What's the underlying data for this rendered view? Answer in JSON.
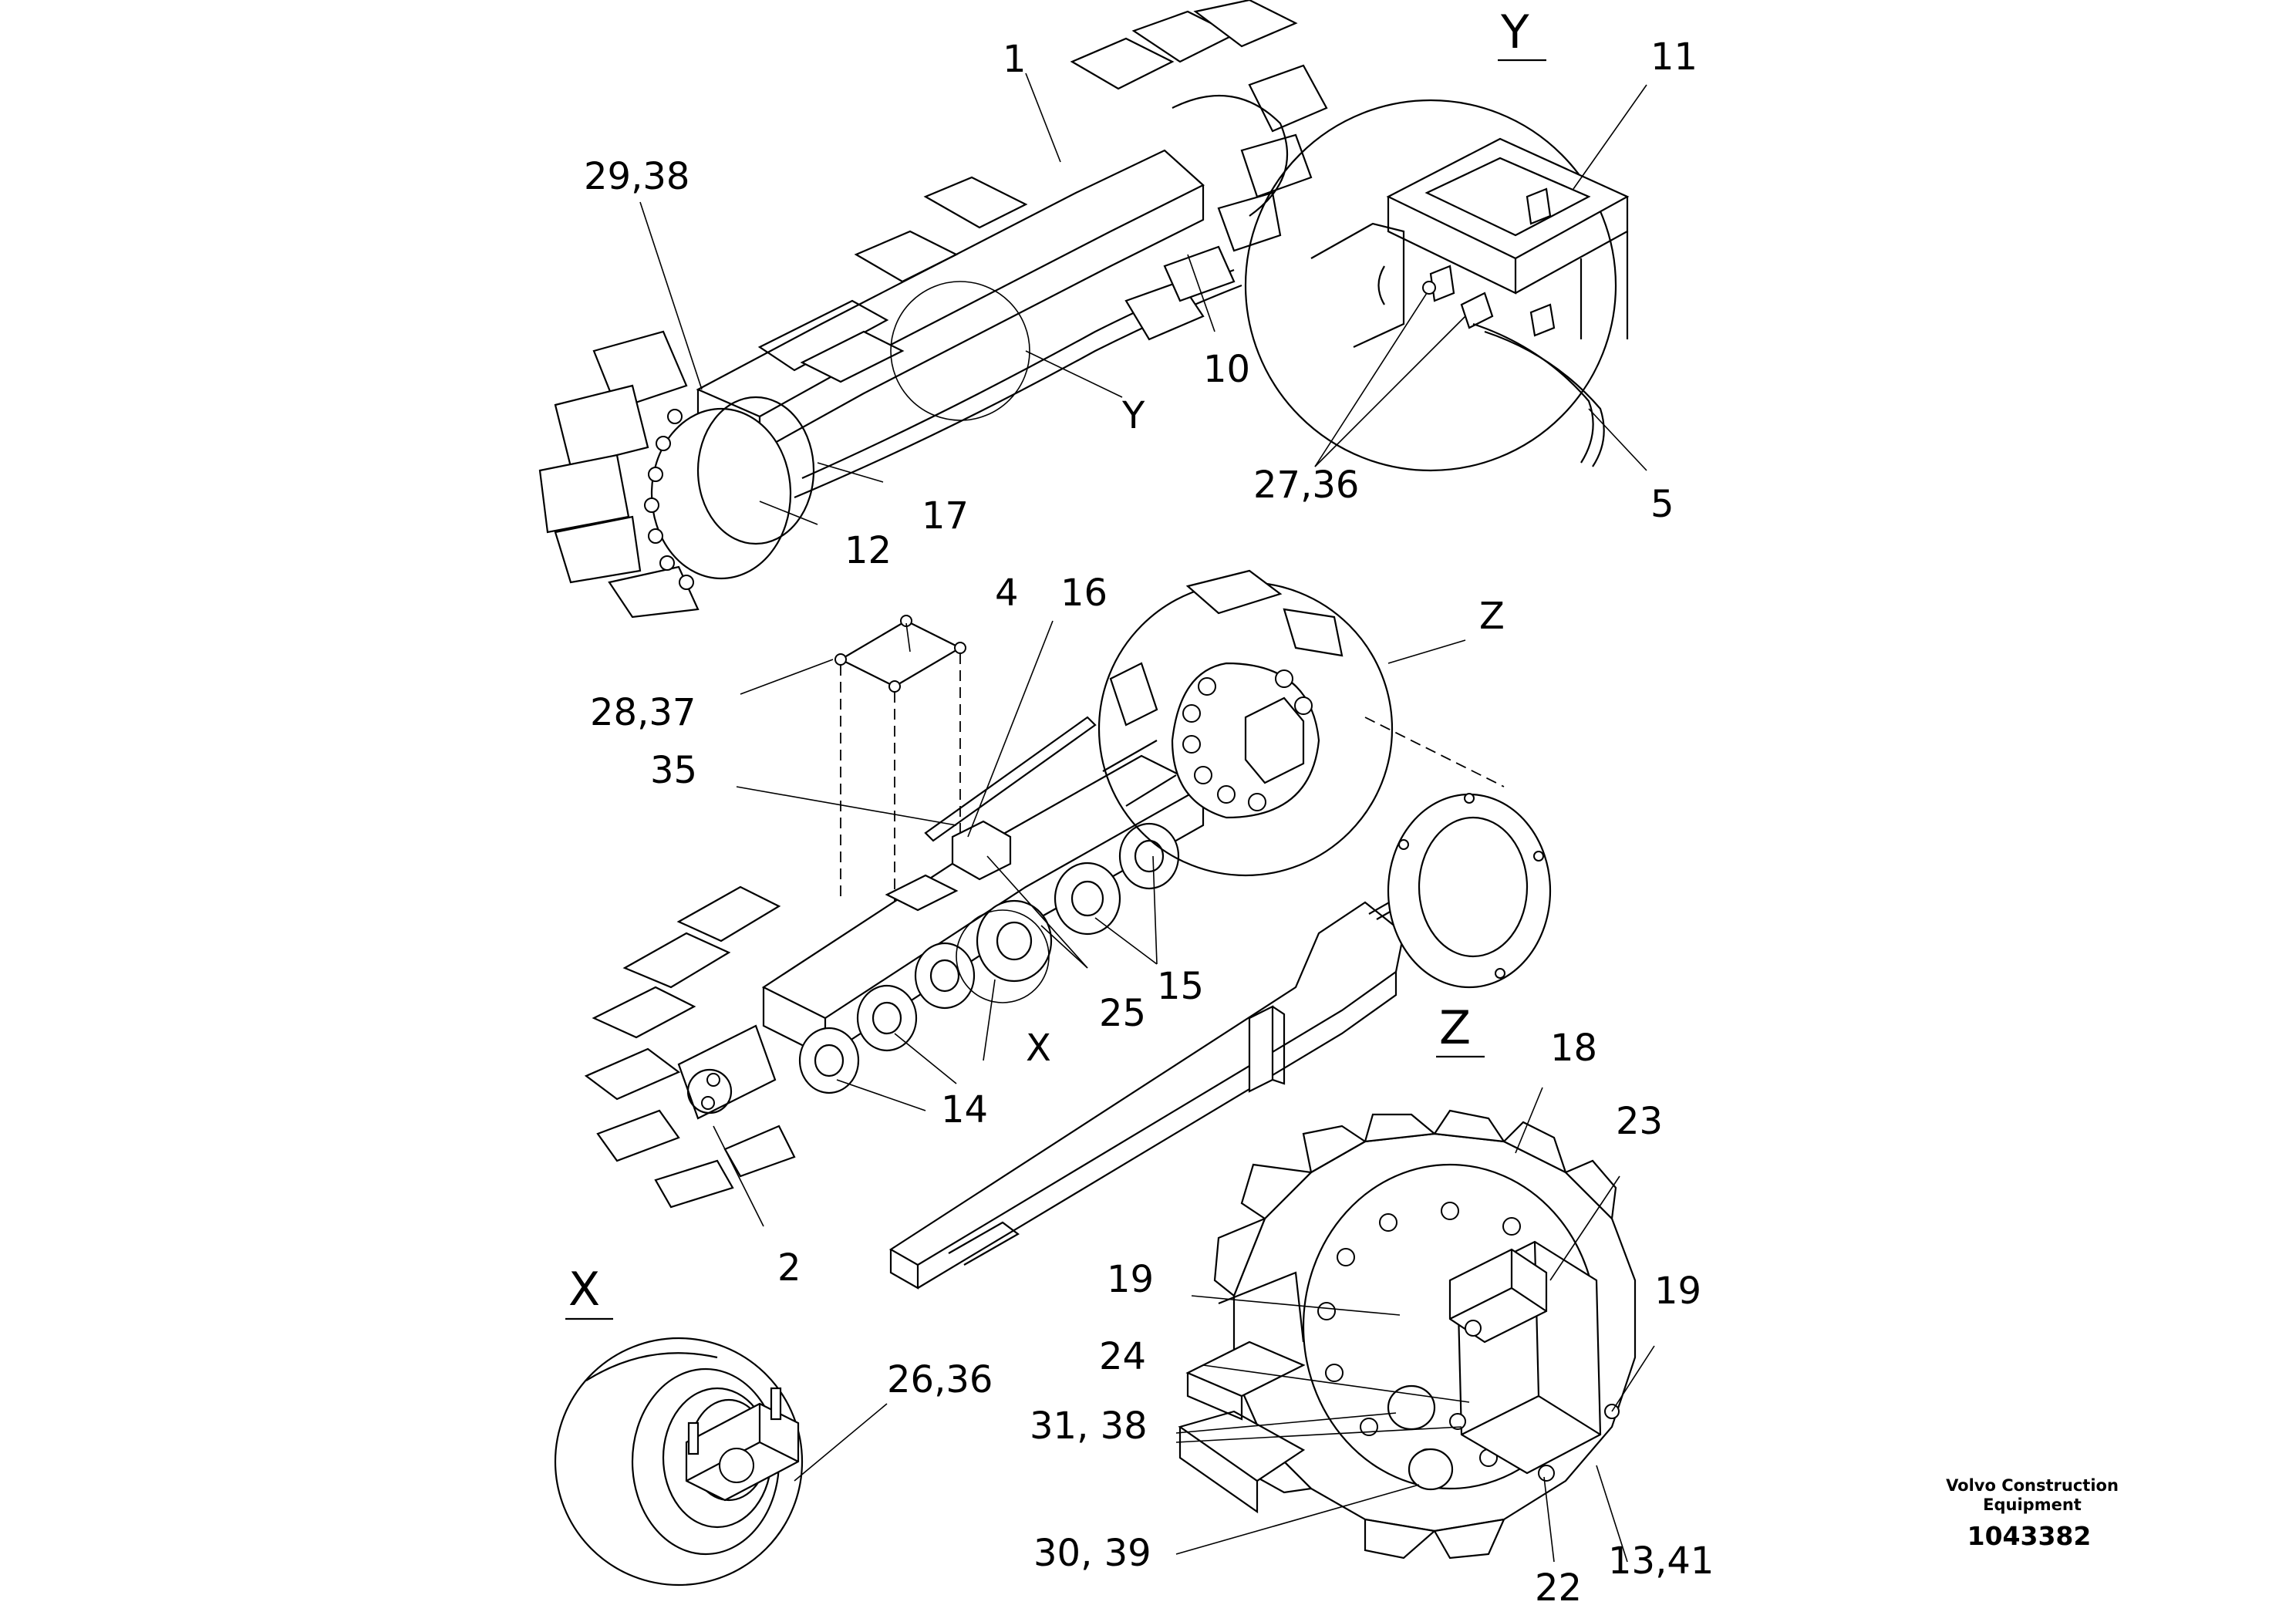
{
  "callouts": {
    "c1": "1",
    "c29_38": "29,38",
    "c10": "10",
    "cY_leader": "Y",
    "c17": "17",
    "c12": "12",
    "c11": "11",
    "c27_36": "27,36",
    "c5": "5",
    "c4": "4",
    "c16": "16",
    "c28_37": "28,37",
    "c35": "35",
    "cZ_leader": "Z",
    "c15": "15",
    "c25": "25",
    "cX_leader": "X",
    "c14": "14",
    "c2": "2",
    "c18": "18",
    "c23": "23",
    "c19a": "19",
    "c19b": "19",
    "c24": "24",
    "c31_38": "31, 38",
    "c30_39": "30, 39",
    "c22": "22",
    "c13_41": "13,41",
    "c26_36": "26,36"
  },
  "details": {
    "Y": "Y",
    "Z": "Z",
    "X": "X"
  },
  "brand": {
    "line1": "Volvo Construction",
    "line2": "Equipment",
    "document_number": "1043382"
  }
}
